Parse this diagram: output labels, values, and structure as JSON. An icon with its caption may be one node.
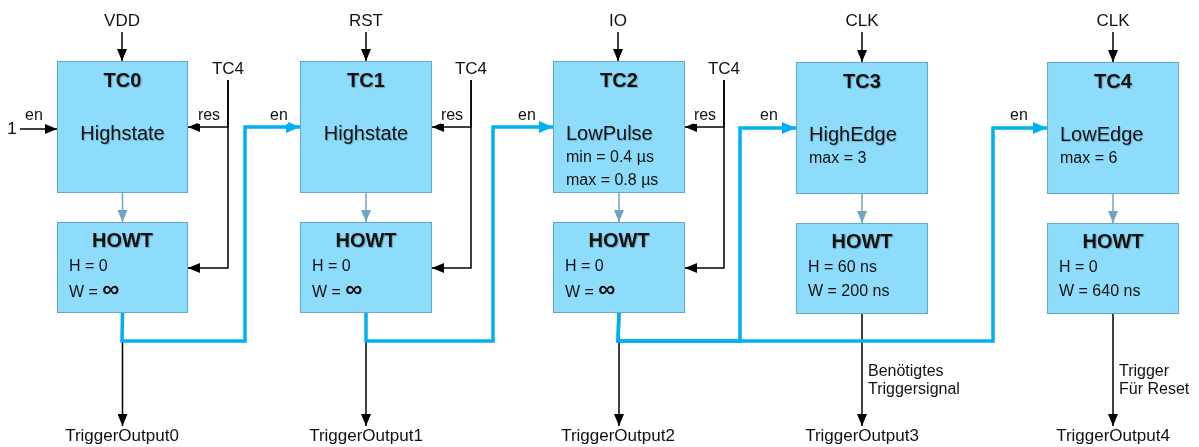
{
  "diagram": {
    "nodes": [
      {
        "text": [
          "VDD"
        ]
      },
      {
        "text": [
          "RST"
        ]
      },
      {
        "text": [
          "IO"
        ]
      },
      {
        "text": [
          "CLK"
        ]
      },
      {
        "text": [
          "CLK"
        ]
      },
      {
        "text": [
          "TC0",
          "Highstate"
        ]
      },
      {
        "text": [
          "TC1",
          "Highstate"
        ]
      },
      {
        "text": [
          "TC2",
          "LowPulse",
          "min = 0.4 µs",
          "max = 0.8 µs"
        ]
      },
      {
        "text": [
          "TC3",
          "HighEdge",
          "max = 3"
        ]
      },
      {
        "text": [
          "TC4",
          "LowEdge",
          "max = 6"
        ]
      },
      {
        "text": [
          "HOWT",
          "H = 0",
          "W = **∞**"
        ]
      },
      {
        "text": [
          "HOWT",
          "H = 0",
          "W = **∞**"
        ]
      },
      {
        "text": [
          "HOWT",
          "H = 0",
          "W = **∞**"
        ]
      },
      {
        "text": [
          "HOWT",
          "H = 60 ns",
          "W = 200 ns"
        ]
      },
      {
        "text": [
          "HOWT",
          "H = 0",
          "W = 640 ns"
        ]
      },
      {
        "text": [
          "TC4"
        ]
      },
      {
        "text": [
          "TC4"
        ]
      },
      {
        "text": [
          "TC4"
        ]
      },
      {
        "text": [
          "1"
        ]
      },
      {
        "text": [
          "TriggerOutput0"
        ]
      },
      {
        "text": [
          "TriggerOutput1"
        ]
      },
      {
        "text": [
          "TriggerOutput2"
        ]
      },
      {
        "text": [
          "TriggerOutput3"
        ]
      },
      {
        "text": [
          "TriggerOutput4"
        ]
      }
    ],
    "edges": [
      {
        "from": 0,
        "to": 5,
        "arrow": "to"
      },
      {
        "from": 1,
        "to": 6,
        "arrow": "to"
      },
      {
        "from": 2,
        "to": 7,
        "arrow": "to"
      },
      {
        "from": 3,
        "to": 8,
        "arrow": "to"
      },
      {
        "from": 4,
        "to": 9,
        "arrow": "to"
      },
      {
        "from": 18,
        "to": 5,
        "arrow": "to",
        "label": "en"
      },
      {
        "from": 15,
        "to": 5,
        "arrow": "to",
        "label": "res"
      },
      {
        "from": 15,
        "to": 10,
        "arrow": "to"
      },
      {
        "from": 16,
        "to": 6,
        "arrow": "to",
        "label": "res"
      },
      {
        "from": 16,
        "to": 11,
        "arrow": "to"
      },
      {
        "from": 17,
        "to": 7,
        "arrow": "to",
        "label": "res"
      },
      {
        "from": 17,
        "to": 12,
        "arrow": "to"
      },
      {
        "from": 5,
        "to": 10,
        "arrow": "to",
        "color": "#6fa5bd"
      },
      {
        "from": 6,
        "to": 11,
        "arrow": "to",
        "color": "#6fa5bd"
      },
      {
        "from": 7,
        "to": 12,
        "arrow": "to",
        "color": "#6fa5bd"
      },
      {
        "from": 8,
        "to": 13,
        "arrow": "to",
        "color": "#6fa5bd"
      },
      {
        "from": 9,
        "to": 14,
        "arrow": "to",
        "color": "#6fa5bd"
      },
      {
        "from": 10,
        "to": 19,
        "arrow": "to"
      },
      {
        "from": 11,
        "to": 20,
        "arrow": "to"
      },
      {
        "from": 12,
        "to": 21,
        "arrow": "to"
      },
      {
        "from": 13,
        "to": 22,
        "arrow": "to",
        "label": "Benötigtes Triggersignal"
      },
      {
        "from": 14,
        "to": 23,
        "arrow": "to",
        "label": "Trigger Für Reset"
      },
      {
        "from": 10,
        "to": 6,
        "arrow": "to",
        "label": "en",
        "style": "thick",
        "color": "#00b0f0"
      },
      {
        "from": 11,
        "to": 7,
        "arrow": "to",
        "label": "en",
        "style": "thick",
        "color": "#00b0f0"
      },
      {
        "from": 12,
        "to": 8,
        "arrow": "to",
        "label": "en",
        "style": "thick",
        "color": "#00b0f0"
      },
      {
        "from": 12,
        "to": 9,
        "arrow": "to",
        "label": "en",
        "style": "thick",
        "color": "#00b0f0"
      }
    ]
  }
}
